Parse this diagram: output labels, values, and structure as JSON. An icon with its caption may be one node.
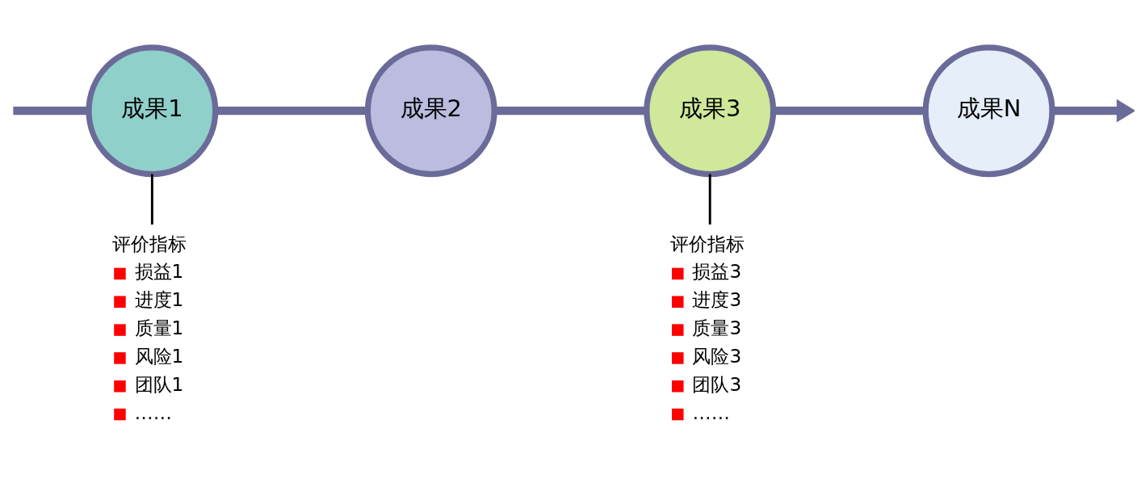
{
  "diagram": {
    "nodes": [
      {
        "text": [
          "成果1"
        ]
      },
      {
        "text": [
          "成果2"
        ]
      },
      {
        "text": [
          "成果3"
        ]
      },
      {
        "text": [
          "成果N"
        ]
      },
      {
        "text": [
          "评价指标",
          "损益1",
          "进度1",
          "质量1",
          "风险1",
          "团队1",
          "……"
        ]
      },
      {
        "text": [
          "评价指标",
          "损益3",
          "进度3",
          "质量3",
          "风险3",
          "团队3",
          "……"
        ]
      }
    ],
    "edges": [
      {
        "from": null,
        "to": 0,
        "arrow": "none"
      },
      {
        "from": 0,
        "to": 1,
        "arrow": "none"
      },
      {
        "from": 1,
        "to": 2,
        "arrow": "none"
      },
      {
        "from": 2,
        "to": 3,
        "arrow": "none"
      },
      {
        "from": 3,
        "to": null,
        "arrow": "to"
      },
      {
        "from": 0,
        "to": 4,
        "arrow": "none",
        "color": "#000000"
      },
      {
        "from": 2,
        "to": 5,
        "arrow": "none",
        "color": "#000000"
      }
    ]
  }
}
